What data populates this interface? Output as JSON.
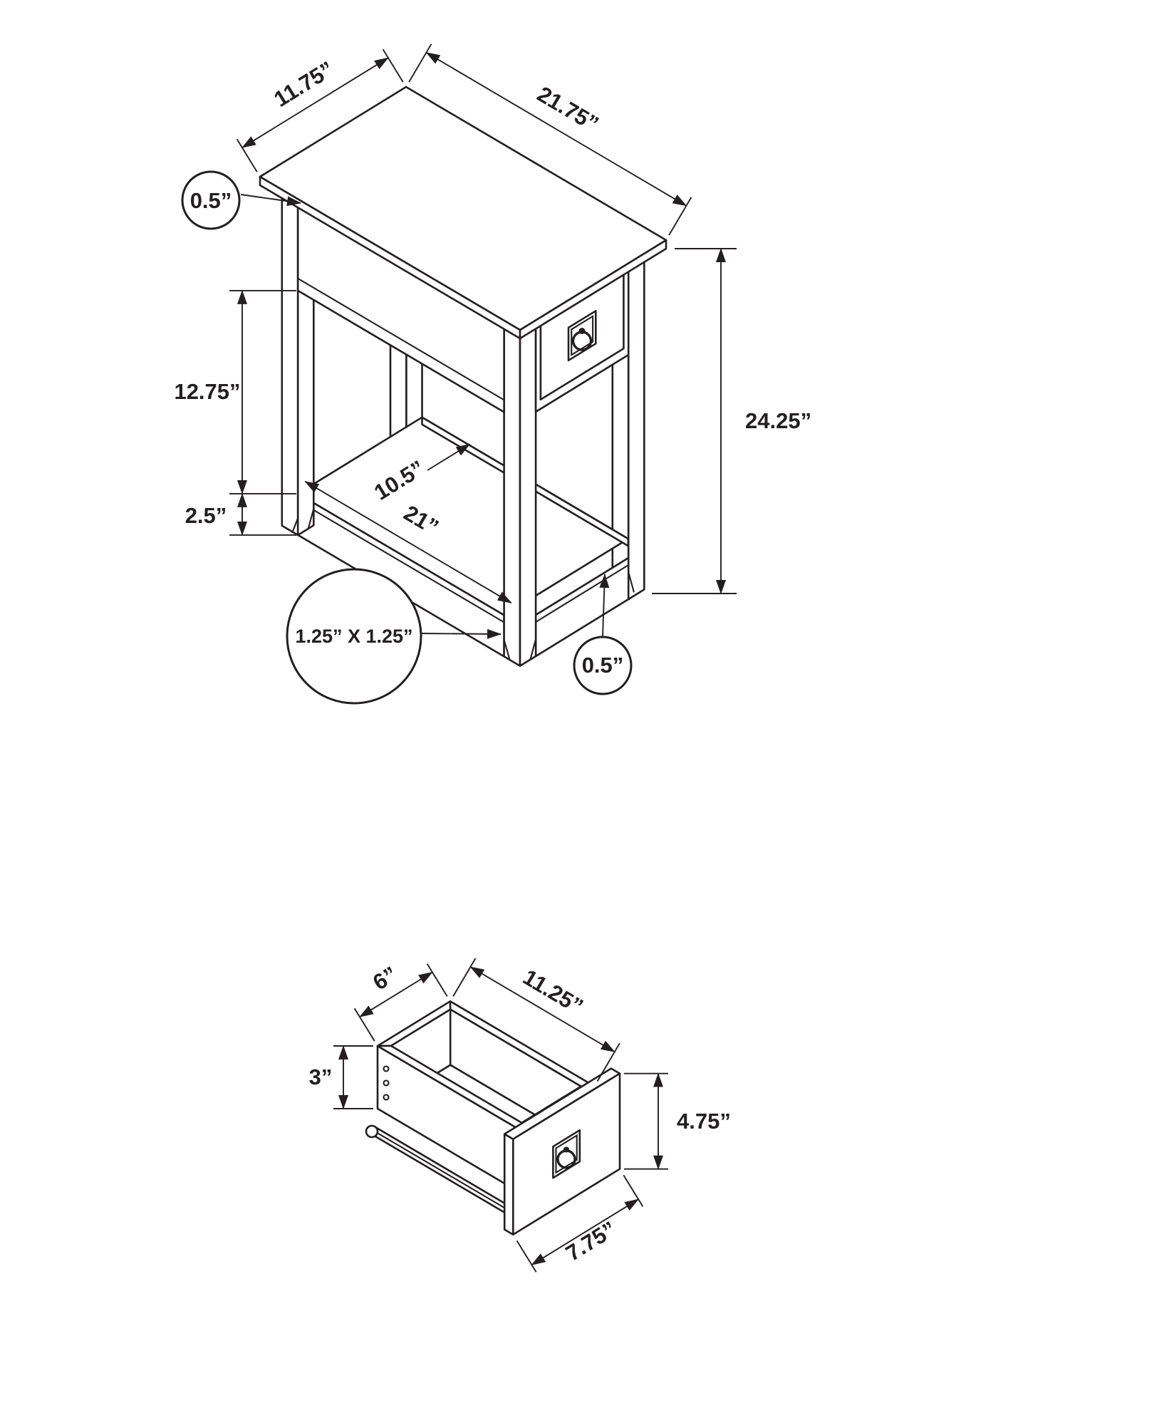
{
  "colors": {
    "line": "#231f20",
    "background": "#ffffff"
  },
  "table_dims": {
    "depth": "11.75”",
    "length": "21.75”",
    "top_thickness": "0.5”",
    "open_height": "12.75”",
    "shelf_apron_height": "2.5”",
    "shelf_depth": "10.5”",
    "shelf_length": "21”",
    "overall_height": "24.25”",
    "leg_size": "1.25” X 1.25”",
    "shelf_thickness": "0.5”"
  },
  "drawer_dims": {
    "inner_width": "6”",
    "inner_length": "11.25”",
    "side_height": "3”",
    "front_height": "4.75”",
    "front_width": "7.75”"
  }
}
